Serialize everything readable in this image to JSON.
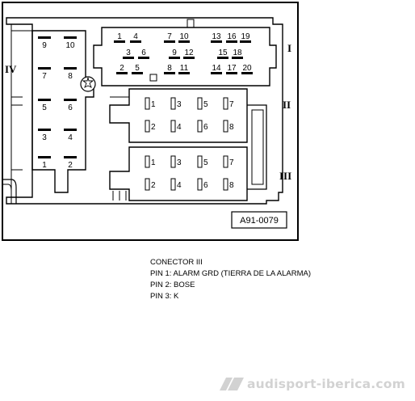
{
  "figure_code": "A91-0079",
  "connector_labels": {
    "I": "I",
    "II": "II",
    "III": "III",
    "IV": "IV"
  },
  "connector_iv_pins": [
    "9",
    "10",
    "7",
    "8",
    "5",
    "6",
    "3",
    "4",
    "1",
    "2"
  ],
  "connector_i_pins": {
    "top": [
      "1",
      "4",
      "7",
      "10",
      "13",
      "16",
      "19"
    ],
    "middle": [
      "3",
      "6",
      "9",
      "12",
      "15",
      "18"
    ],
    "bottom": [
      "2",
      "5",
      "8",
      "11",
      "14",
      "17",
      "20"
    ]
  },
  "connector_ii_pins": [
    "1",
    "3",
    "5",
    "7",
    "2",
    "4",
    "6",
    "8"
  ],
  "connector_iii_pins": [
    "1",
    "3",
    "5",
    "7",
    "2",
    "4",
    "6",
    "8"
  ],
  "caption": {
    "title": "CONECTOR III",
    "lines": [
      "PIN 1: ALARM GRD (TIERRA DE LA ALARMA)",
      "PIN 2: BOSE",
      "PIN 3: K"
    ]
  },
  "watermark": "audisport-iberica.com"
}
